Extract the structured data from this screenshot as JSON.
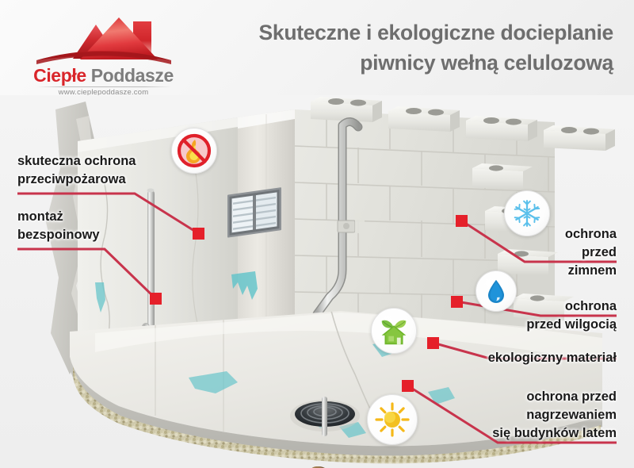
{
  "header": {
    "logo": {
      "word_1": "Ciepłe",
      "word_2": " Poddasze",
      "url": "www.cieplepoddasze.com",
      "mark_name": "red-roof-logo-icon"
    },
    "title_line_1": "Skuteczne i ekologiczne docieplanie",
    "title_line_2": "piwnicy wełną celulozową"
  },
  "callouts": [
    {
      "id": "fire-protection",
      "text": "skuteczna ochrona\nprzeciwpożarowa",
      "side": "left",
      "icon": "no-fire-icon"
    },
    {
      "id": "seamless-installation",
      "text": "montaż\nbezspoinowy",
      "side": "left",
      "icon": null
    },
    {
      "id": "cold-protection",
      "text": "ochrona\nprzed\nzimnem",
      "side": "right",
      "icon": "snowflake-icon"
    },
    {
      "id": "moisture-protection",
      "text": "ochrona\nprzed wilgocią",
      "side": "right",
      "icon": "water-drop-icon"
    },
    {
      "id": "ecological-material",
      "text": "ekologiczny materiał",
      "side": "right",
      "icon": "eco-house-icon"
    },
    {
      "id": "summer-heat-protection",
      "text": "ochrona przed\nnagrzewaniem\nsię budynków latem",
      "side": "right",
      "icon": "sun-icon"
    }
  ],
  "colors": {
    "accent_red": "#c8344c",
    "logo_red": "#d9252a",
    "title_gray": "#6e6e6e",
    "text_black": "#1a1a1a",
    "moisture_teal": "#5fc3c9",
    "snow_blue": "#5bc0eb",
    "drop_blue": "#1a85c8",
    "eco_green": "#6fb62c",
    "sun_yellow": "#f5c518",
    "background": "#f2f2f2"
  },
  "scene": {
    "description": "basement cross-section illustration",
    "elements": [
      "cinder-block-wall",
      "plastered-basement-wall",
      "basement-window",
      "vertical-pipe",
      "floor-drain",
      "concrete-floor-slab",
      "gravel-sublayer",
      "damp-teal-stains"
    ]
  }
}
